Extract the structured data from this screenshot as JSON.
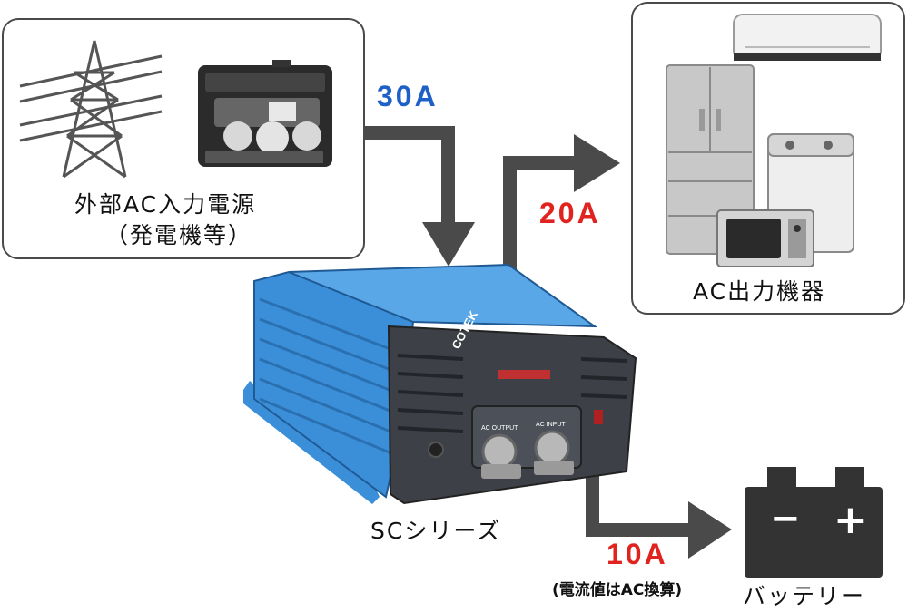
{
  "source_box": {
    "label_line1": "外部AC入力電源",
    "label_line2": "（発電機等）"
  },
  "output_box": {
    "label": "AC出力機器"
  },
  "inverter": {
    "label": "SCシリーズ",
    "brand": "COTEK",
    "port_left": "AC OUTPUT",
    "port_right": "AC INPUT"
  },
  "battery": {
    "label": "バッテリー",
    "minus": "−",
    "plus": "+"
  },
  "flows": {
    "input_current": "30A",
    "output_current": "20A",
    "battery_current": "10A",
    "battery_note": "(電流値はAC換算)"
  },
  "colors": {
    "input_current": "#1f5fc8",
    "output_current": "#e0231f",
    "battery_current": "#e0231f",
    "arrow": "#4a4a4a",
    "inverter_body": "#3b8fd8"
  }
}
